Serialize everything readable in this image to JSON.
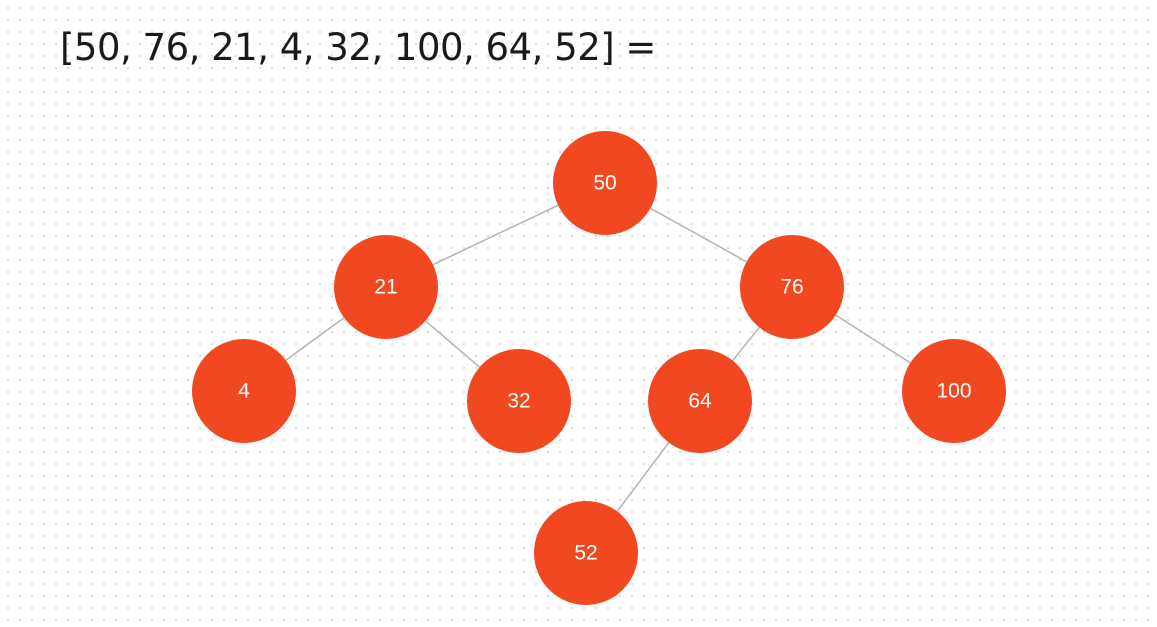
{
  "diagram": {
    "title": "[50, 76, 21, 4, 32, 100, 64, 52] =",
    "colors": {
      "node": "#f24822",
      "edge": "#b3b3b3",
      "label": "#ffffff",
      "title": "#1a1a1a"
    },
    "nodes": [
      {
        "id": "n50",
        "label": "50"
      },
      {
        "id": "n21",
        "label": "21"
      },
      {
        "id": "n76",
        "label": "76"
      },
      {
        "id": "n4",
        "label": "4"
      },
      {
        "id": "n32",
        "label": "32"
      },
      {
        "id": "n64",
        "label": "64"
      },
      {
        "id": "n100",
        "label": "100"
      },
      {
        "id": "n52",
        "label": "52"
      }
    ],
    "edges": [
      {
        "from": "n50",
        "to": "n21"
      },
      {
        "from": "n50",
        "to": "n76"
      },
      {
        "from": "n21",
        "to": "n4"
      },
      {
        "from": "n21",
        "to": "n32"
      },
      {
        "from": "n76",
        "to": "n64"
      },
      {
        "from": "n76",
        "to": "n100"
      },
      {
        "from": "n64",
        "to": "n52"
      }
    ]
  }
}
